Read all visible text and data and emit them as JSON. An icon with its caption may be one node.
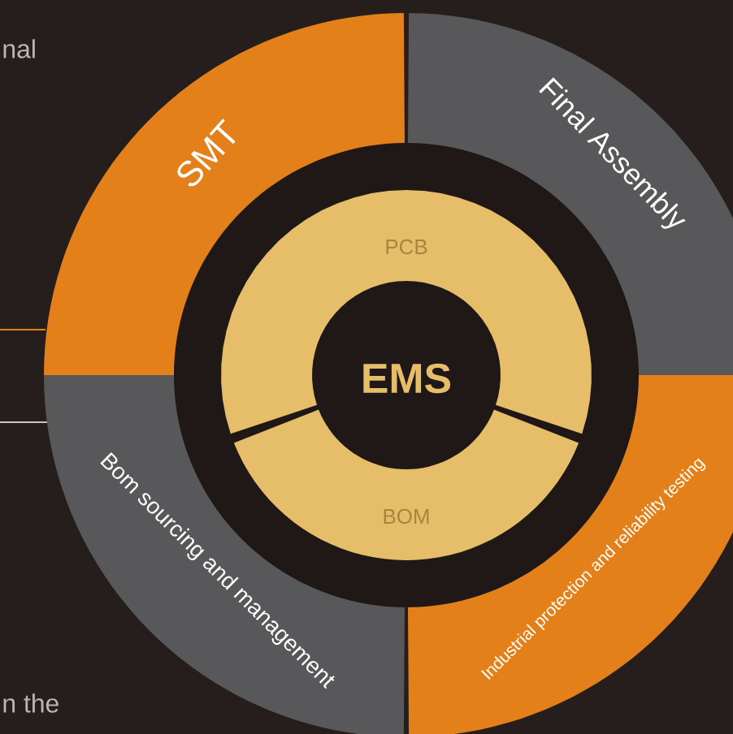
{
  "diagram": {
    "nodes": [
      {
        "text": [
          "SMT"
        ]
      },
      {
        "text": [
          "Final Assembly"
        ]
      },
      {
        "text": [
          "PCB"
        ]
      },
      {
        "text": [
          "EMS"
        ]
      },
      {
        "text": [
          "BOM"
        ]
      },
      {
        "text": [
          "Bom sourcing and management"
        ]
      },
      {
        "text": [
          "Industrial protection and reliability testing"
        ]
      }
    ],
    "labels": [
      "nal",
      "n the"
    ]
  }
}
